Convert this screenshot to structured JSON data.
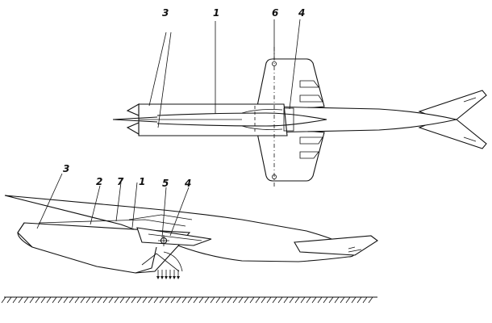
{
  "top_view": {
    "labels": {
      "n3": "3",
      "n1": "1",
      "n6": "6",
      "n4": "4"
    }
  },
  "side_view": {
    "labels": {
      "n3": "3",
      "n2": "2",
      "n7": "7",
      "n1": "1",
      "n5": "5",
      "n4": "4"
    }
  }
}
